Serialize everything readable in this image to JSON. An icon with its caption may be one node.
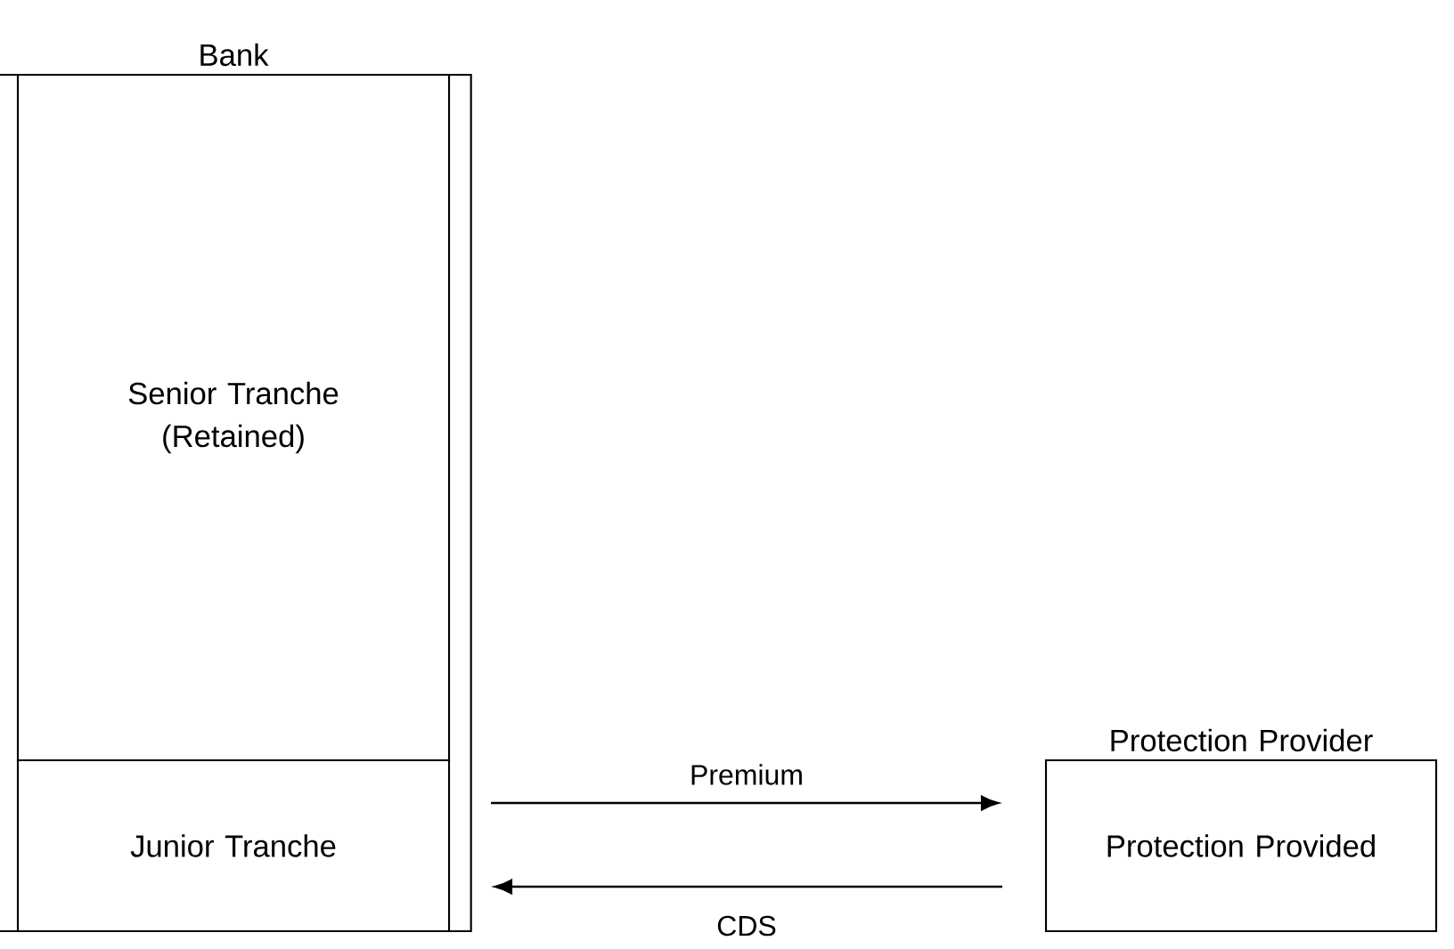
{
  "diagram": {
    "nodes": [
      {
        "text": [
          "Bank"
        ]
      },
      {
        "text": [
          "Senior Tranche (Retained)"
        ],
        "in": 0
      },
      {
        "text": [
          "Junior Tranche"
        ],
        "in": 0
      },
      {
        "text": [
          "Protection Provider",
          "Protection Provided"
        ]
      }
    ],
    "edges": [
      {
        "from": 2,
        "to": 3,
        "arrow": "to",
        "label": "Premium"
      },
      {
        "from": 3,
        "to": 2,
        "arrow": "to",
        "label": "CDS"
      }
    ]
  }
}
